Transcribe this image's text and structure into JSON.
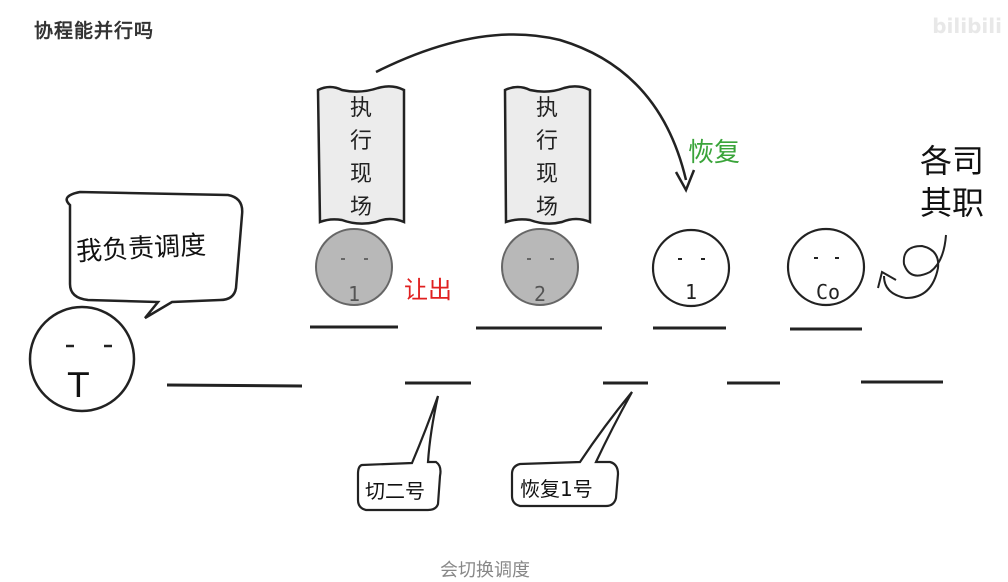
{
  "header": {
    "title": "协程能并行吗",
    "watermark": "bilibili"
  },
  "scroll_1": {
    "chars": [
      "执",
      "行",
      "现",
      "场"
    ]
  },
  "scroll_2": {
    "chars": [
      "执",
      "行",
      "现",
      "场"
    ]
  },
  "coroutine_1": {
    "label": "1",
    "state": "yielded",
    "fill": "#b8b8b8"
  },
  "coroutine_2": {
    "label": "2",
    "state": "yielded",
    "fill": "#b8b8b8"
  },
  "coroutine_3": {
    "label": "1",
    "state": "active",
    "fill": "#ffffff"
  },
  "coroutine_4": {
    "label": "Co",
    "state": "active",
    "fill": "#ffffff"
  },
  "scheduler": {
    "label": "T",
    "speech": "我负责调度"
  },
  "labels": {
    "yield": "让出",
    "resume": "恢复",
    "duty": "各司其职",
    "switch": "切二号",
    "resume_one": "恢复1号",
    "bottom": "会切换调度"
  },
  "colors": {
    "yield": "#e02020",
    "resume": "#3aa43a",
    "gray_face": "#b8b8b8"
  }
}
